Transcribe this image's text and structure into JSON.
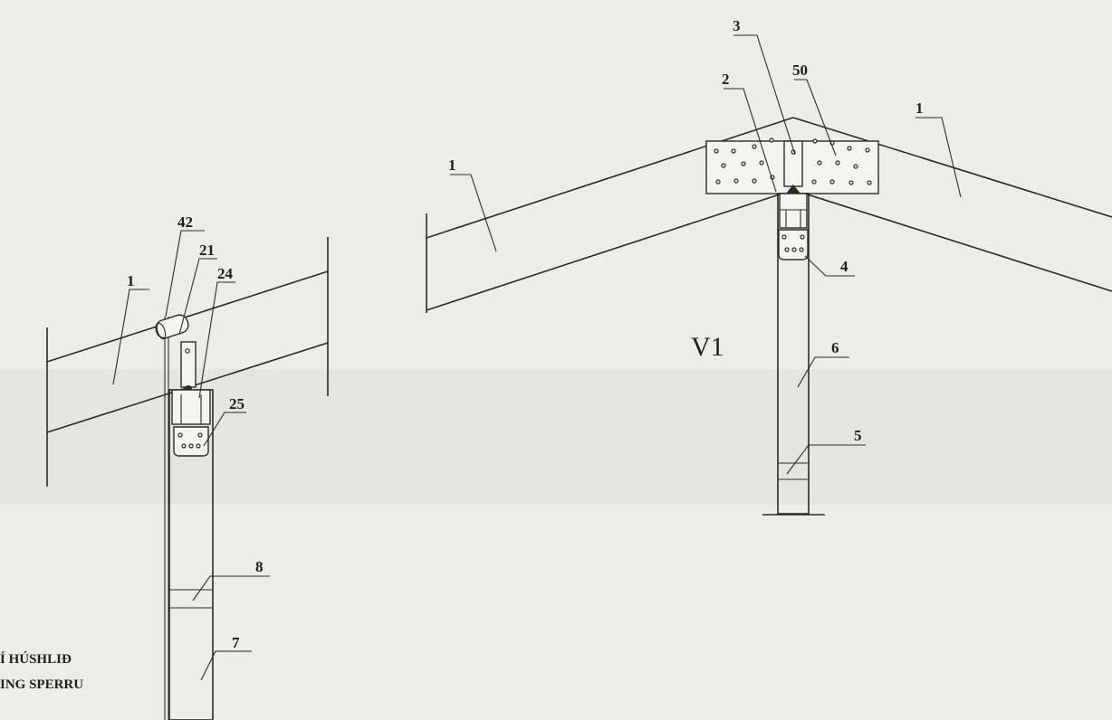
{
  "view_label": "V1",
  "callouts": {
    "c1a": "1",
    "c1b": "1",
    "c1c": "1",
    "c2": "2",
    "c3": "3",
    "c4": "4",
    "c5": "5",
    "c6": "6",
    "c7": "7",
    "c8": "8",
    "c21": "21",
    "c24": "24",
    "c25": "25",
    "c42": "42",
    "c50": "50"
  },
  "notes": {
    "line1": "Í HÚSHLIÐ",
    "line2": "ING SPERRU"
  }
}
